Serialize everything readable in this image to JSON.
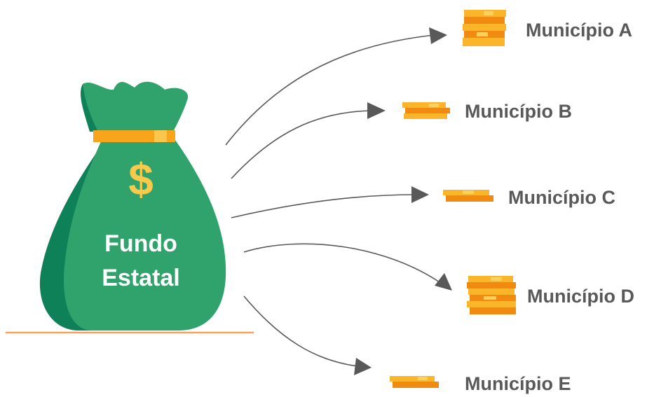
{
  "fund": {
    "dollar_symbol": "$",
    "label_line1": "Fundo",
    "label_line2": "Estatal"
  },
  "municipalities": [
    {
      "label": "Município A",
      "coins": 5
    },
    {
      "label": "Município B",
      "coins": 3
    },
    {
      "label": "Município C",
      "coins": 2
    },
    {
      "label": "Município D",
      "coins": 6
    },
    {
      "label": "Município E",
      "coins": 2
    }
  ],
  "colors": {
    "bag_green": "#2fa36b",
    "bag_shadow": "#0f8159",
    "band_orange": "#f8a51b",
    "ground_line": "#f5a25a",
    "arrow": "#595959",
    "coin_light": "#fbb52b",
    "coin_dark": "#f08a10"
  }
}
